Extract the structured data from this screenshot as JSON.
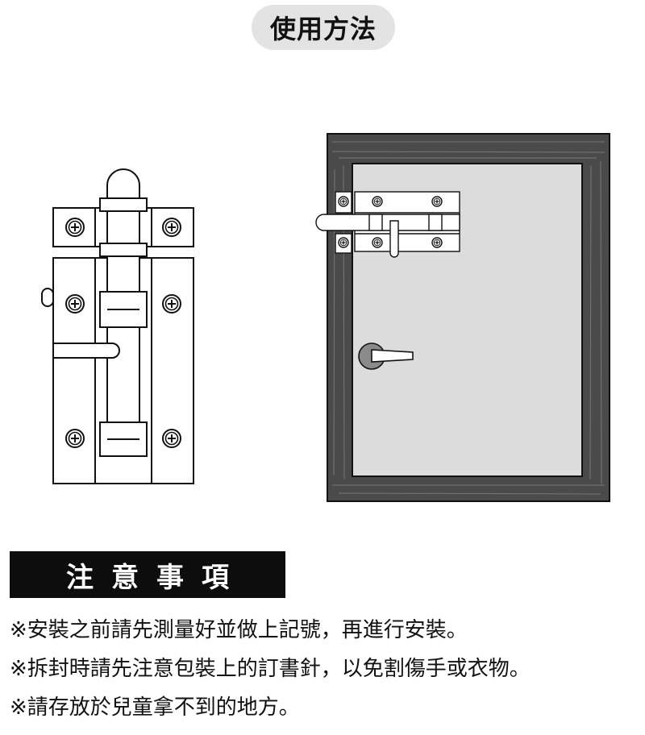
{
  "header": {
    "title": "使用方法"
  },
  "notice": {
    "heading": "注意事項",
    "items": [
      "※安裝之前請先測量好並做上記號，再進行安裝。",
      "※拆封時請先注意包裝上的訂書針，以免割傷手或衣物。",
      "※請存放於兒童拿不到的地方。"
    ]
  },
  "colors": {
    "title_pill": "#e3e3e3",
    "notice_bar": "#0d0d0d",
    "door_frame": "#4a4a4a",
    "door_panel": "#dcdcdc",
    "handle_rose": "#8a8a8a"
  },
  "icons": [
    "phillips-screw-icon",
    "barrel-bolt-icon",
    "door-icon",
    "lever-handle-icon"
  ]
}
